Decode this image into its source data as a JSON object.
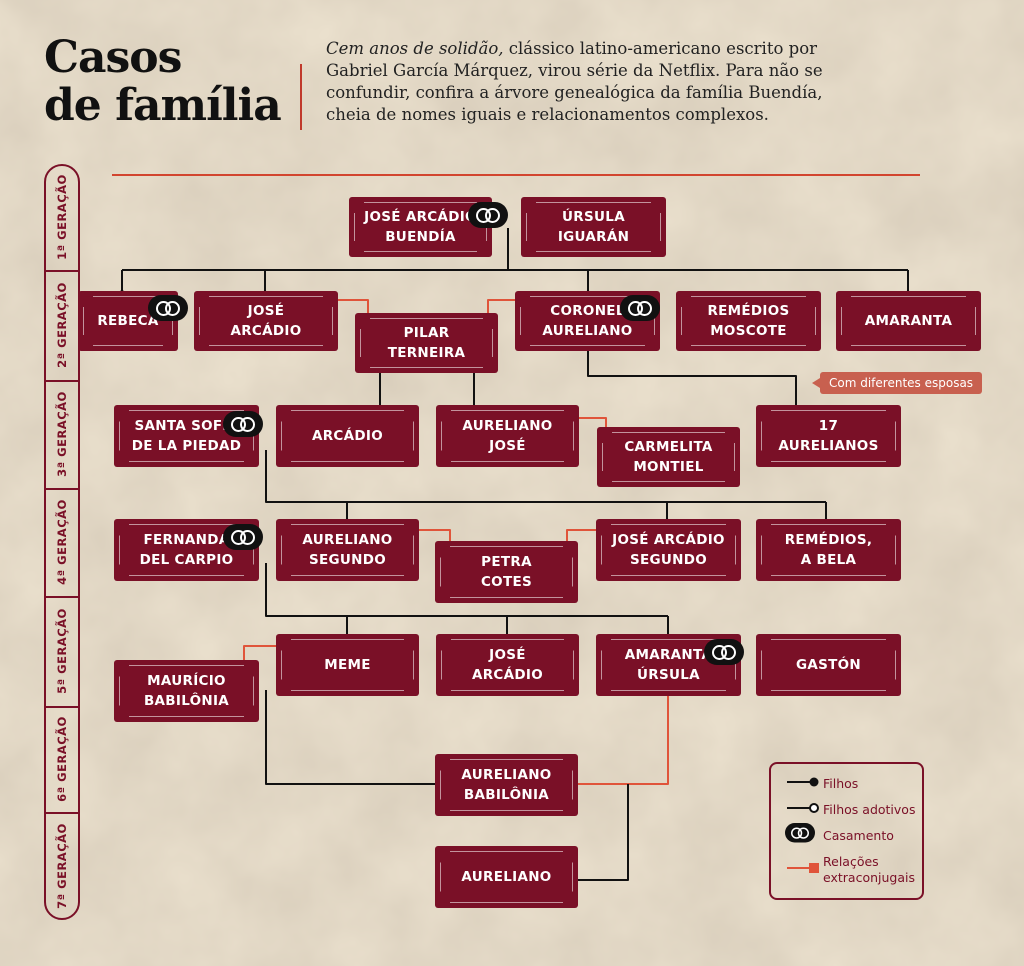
{
  "header": {
    "title_line1": "Casos",
    "title_line2": "de família",
    "intro_italic": "Cem anos de solidão,",
    "intro_text": " clássico latino-americano escrito por Gabriel García Márquez, virou série da Netflix. Para não se confundir, confira a árvore genealógica da família Buendía, cheia de nomes iguais e relacionamentos complexos."
  },
  "generations": [
    "1ª GERAÇÃO",
    "2ª GERAÇÃO",
    "3ª GERAÇÃO",
    "4ª GERAÇÃO",
    "5ª GERAÇÃO",
    "6ª GERAÇÃO",
    "7ª GERAÇÃO"
  ],
  "people": {
    "jose_arcadio_buendia": "JOSÉ ARCÁDIO\nBUENDÍA",
    "ursula_iguaran": "ÚRSULA\nIGUARÁN",
    "rebeca": "REBECA",
    "jose_arcadio": "JOSÉ\nARCÁDIO",
    "pilar_terneira": "PILAR\nTERNEIRA",
    "coronel_aureliano": "CORONEL\nAURELIANO",
    "remedios_moscote": "REMÉDIOS\nMOSCOTE",
    "amaranta": "AMARANTA",
    "santa_sofia": "SANTA SOFIA\nDE LA PIEDAD",
    "arcadio": "ARCÁDIO",
    "aureliano_jose": "AURELIANO\nJOSÉ",
    "carmelita_montiel": "CARMELITA\nMONTIEL",
    "aurelianos_17": "17\nAURELIANOS",
    "fernanda_del_carpio": "FERNANDA\nDEL CARPIO",
    "aureliano_segundo": "AURELIANO\nSEGUNDO",
    "petra_cotes": "PETRA\nCOTES",
    "jose_arcadio_segundo": "JOSÉ ARCÁDIO\nSEGUNDO",
    "remedios_a_bela": "REMÉDIOS,\nA BELA",
    "mauricio_babilonia": "MAURÍCIO\nBABILÔNIA",
    "meme": "MEME",
    "jose_arcadio_5": "JOSÉ\nARCÁDIO",
    "amaranta_ursula": "AMARANTA\nÚRSULA",
    "gaston": "GASTÓN",
    "aureliano_babilonia": "AURELIANO\nBABILÔNIA",
    "aureliano_7": "AURELIANO"
  },
  "callout": "Com diferentes esposas",
  "legend": {
    "children": "Filhos",
    "adopted": "Filhos adotivos",
    "marriage": "Casamento",
    "affair": "Relações\nextraconjugais"
  },
  "colors": {
    "node": "#7a1027",
    "line": "#111111",
    "affair": "#e0543a",
    "background": "#ece2cf"
  }
}
